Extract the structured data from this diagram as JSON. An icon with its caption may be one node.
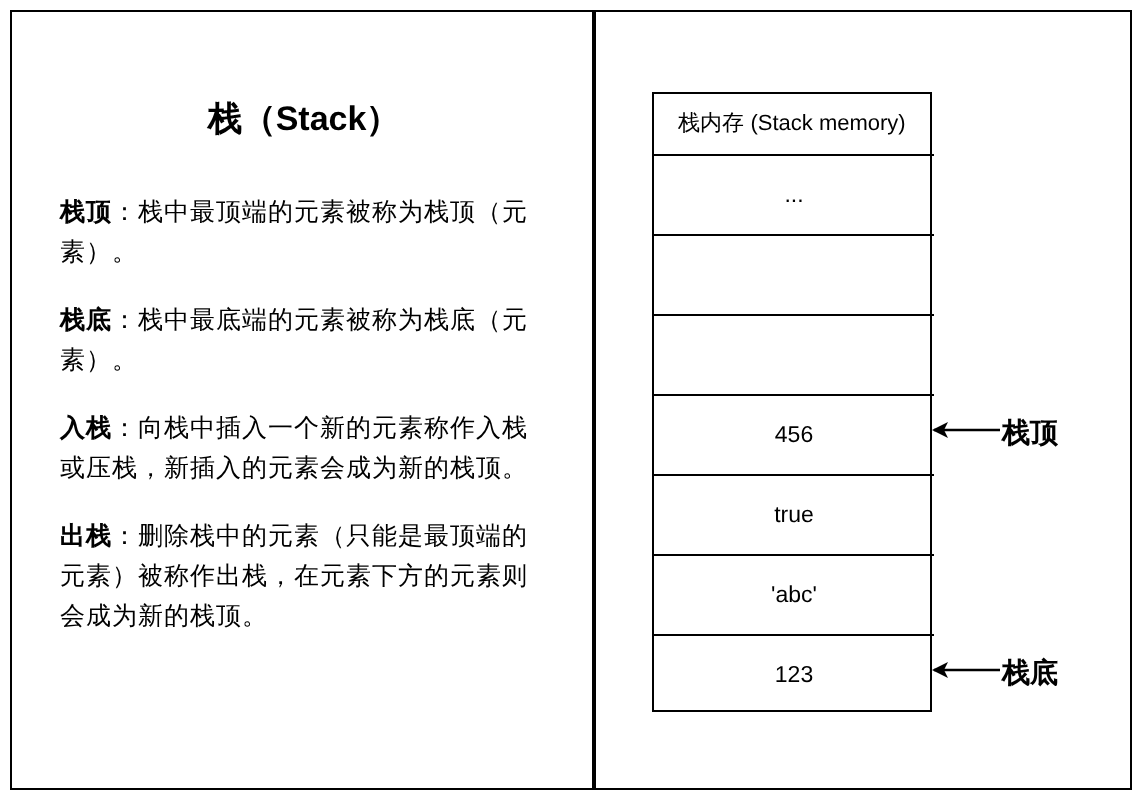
{
  "diagram": {
    "nodes": [
      {
        "text": [
          "栈（Stack）",
          "**栈顶**：栈中最顶端的元素被称为栈顶（元素）。",
          "**栈底**：栈中最底端的元素被称为栈底（元素）。",
          "**入栈**：向栈中插入一个新的元素称作入栈或压栈，新插入的元素会成为新的栈顶。",
          "**出栈**：删除栈中的元素（只能是最顶端的元素）被称作出栈，在元素下方的元素则会成为新的栈顶。"
        ]
      },
      {
        "text": [],
        "shape": "box"
      },
      {
        "text": [
          "栈内存 (Stack memory)"
        ],
        "in": 1
      },
      {
        "text": [
          "..."
        ],
        "in": 2
      },
      {
        "text": [],
        "shape": "box",
        "in": 2
      },
      {
        "text": [],
        "shape": "box",
        "in": 2
      },
      {
        "text": [
          "456"
        ],
        "in": 2
      },
      {
        "text": [
          "true"
        ],
        "in": 2
      },
      {
        "text": [
          "'abc'"
        ],
        "in": 2
      },
      {
        "text": [
          "123"
        ],
        "in": 2
      },
      {
        "text": [
          "栈顶"
        ],
        "in": 1
      },
      {
        "text": [
          "栈底"
        ],
        "in": 1
      }
    ],
    "edges": [
      {
        "from": 10,
        "to": 6,
        "arrow": "to"
      },
      {
        "from": 11,
        "to": 9,
        "arrow": "to"
      }
    ]
  }
}
